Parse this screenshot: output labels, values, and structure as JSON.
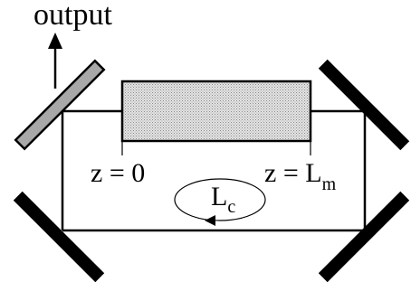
{
  "labels": {
    "output": "output",
    "z_start": "z = 0",
    "z_end_main": "z = L",
    "z_end_sub": "m",
    "loop_main": "L",
    "loop_sub": "c"
  },
  "colors": {
    "line": "#000000",
    "mirror": "#000000",
    "output_coupler": "#a8a8a8",
    "gain_medium": "#dddddd"
  }
}
